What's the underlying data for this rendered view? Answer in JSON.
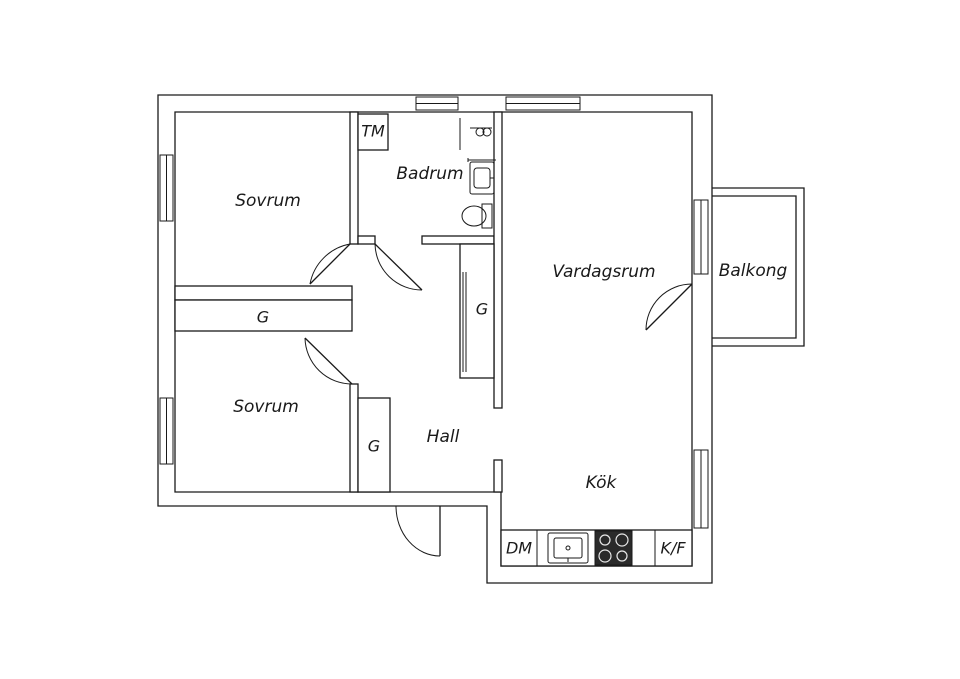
{
  "rooms": {
    "sovrum_top": "Sovrum",
    "sovrum_bottom": "Sovrum",
    "badrum": "Badrum",
    "vardagsrum": "Vardagsrum",
    "balkong": "Balkong",
    "hall": "Hall",
    "kok": "Kök"
  },
  "fixtures": {
    "tm": "TM",
    "dm": "DM",
    "kf": "K/F",
    "closet_sovrum": "G",
    "closet_hall_right": "G",
    "closet_hall_left": "G"
  }
}
